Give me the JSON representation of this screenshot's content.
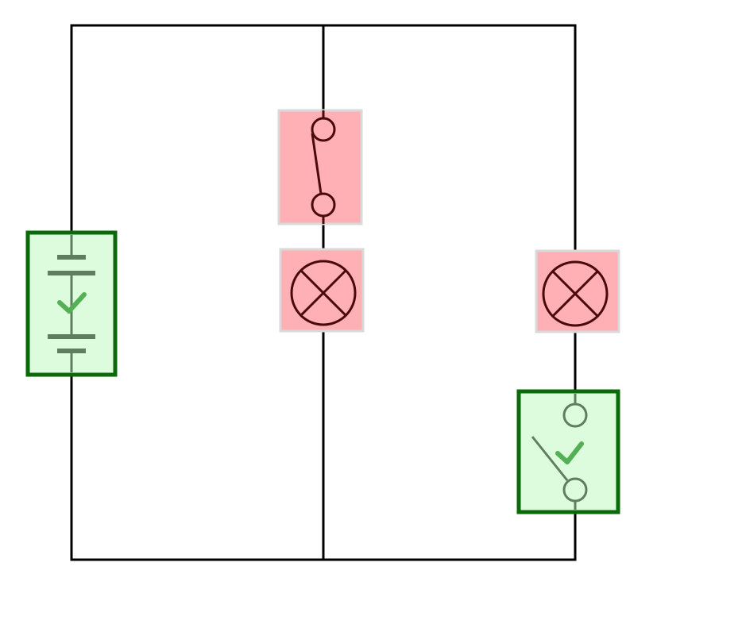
{
  "colors": {
    "wire": "#000000",
    "incorrect_fill": "#ffb0b4",
    "incorrect_border": "#d9d9d9",
    "incorrect_symbol": "#4a0a0a",
    "correct_fill": "#ddfcdd",
    "correct_border": "#0a6a0a",
    "correct_symbol": "#5e7e5e",
    "check_mark": "#55b055"
  },
  "components": [
    {
      "id": "battery",
      "type": "battery",
      "status": "correct",
      "icon": "check-icon"
    },
    {
      "id": "switch-middle",
      "type": "switch",
      "state": "closed",
      "status": "incorrect"
    },
    {
      "id": "lamp-middle",
      "type": "lamp",
      "status": "incorrect"
    },
    {
      "id": "lamp-right",
      "type": "lamp",
      "status": "incorrect"
    },
    {
      "id": "switch-right",
      "type": "switch",
      "state": "open",
      "status": "correct",
      "icon": "check-icon"
    }
  ]
}
